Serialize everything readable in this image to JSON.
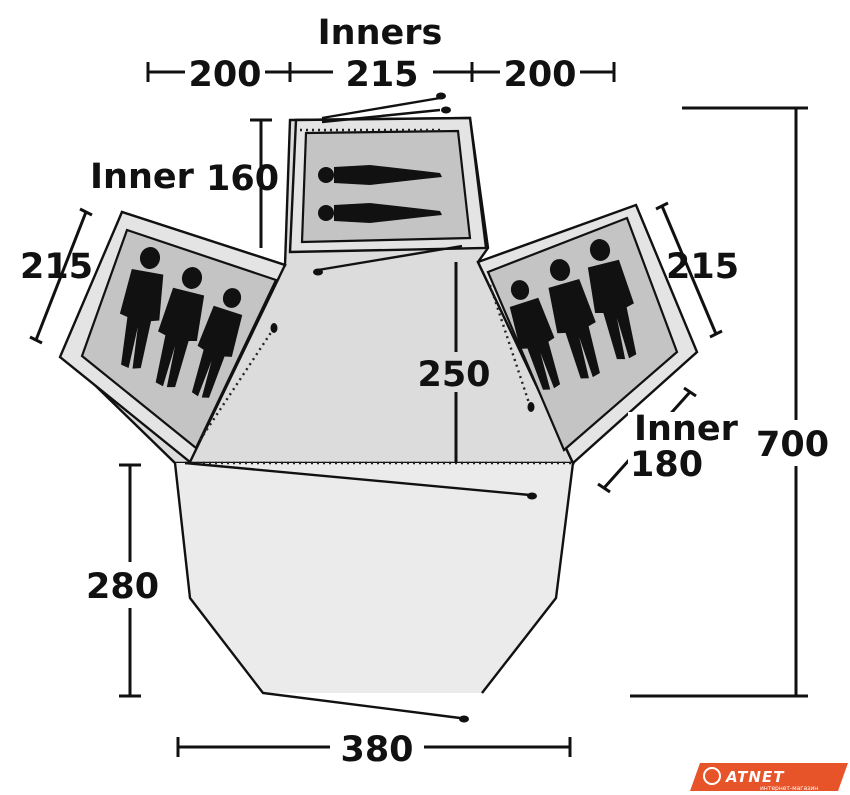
{
  "dimensions": {
    "inners_title": "Inners",
    "top_left_width": "200",
    "top_center_width": "215",
    "top_right_width": "200",
    "left_inner_label": "Inner",
    "left_inner_width": "215",
    "center_inner_depth": "160",
    "right_inner_width": "215",
    "living_depth": "250",
    "right_inner_label": "Inner",
    "right_inner_depth": "180",
    "total_length": "700",
    "porch_depth": "280",
    "porch_width": "380"
  },
  "logo": {
    "brand": "ATNET",
    "subtitle": "интернет-магазин",
    "color": "#e8542a"
  }
}
